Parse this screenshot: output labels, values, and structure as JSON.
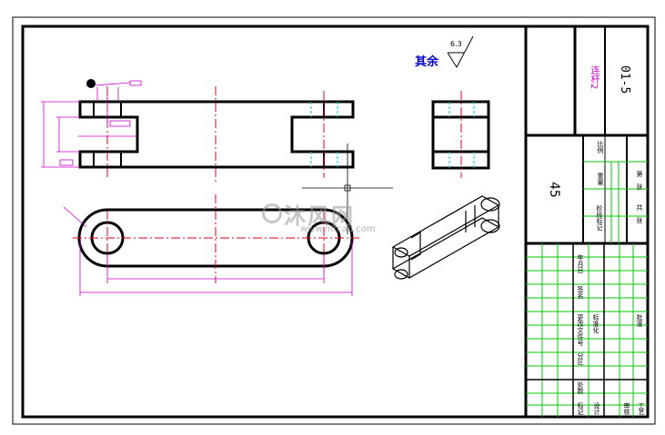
{
  "drawing": {
    "surface_note_text": "其余",
    "roughness_value": "6.3",
    "watermark_brand": "沐风网",
    "watermark_url": "www.mfcad.com"
  },
  "title_block": {
    "part_name": "连杆2",
    "drawing_number": "01-5",
    "material": "45",
    "weight_label": "重量",
    "scale_label": "比例",
    "stage_label": "阶段标记",
    "sheet_total_label": "共　张",
    "sheet_label": "第　张",
    "sign_label": "签名",
    "date_label": "年月日",
    "change_doc_label": "更改文件号",
    "zone_label": "分区",
    "count_label": "处数",
    "mark_label": "标记",
    "design_label": "设计",
    "standard_label": "标准化",
    "review_label": "审核",
    "process_label": "工艺",
    "approve_label": "批准"
  },
  "colors": {
    "outline": "#000000",
    "centerline": "#e0001a",
    "dimension": "#cc00cc",
    "grid": "#00c800",
    "hidden": "#00c8c8",
    "note_blue": "#0000cc"
  }
}
